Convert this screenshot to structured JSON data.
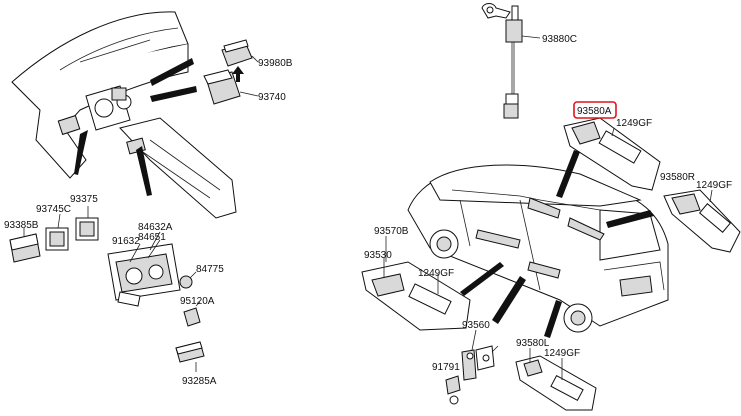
{
  "labels": {
    "p93980B": "93980B",
    "p93740": "93740",
    "p93880C": "93880C",
    "p93580A": "93580A",
    "p1249GF_a": "1249GF",
    "p93580R": "93580R",
    "p1249GF_b": "1249GF",
    "p93375": "93375",
    "p93745C": "93745C",
    "p93385B": "93385B",
    "p84632A": "84632A",
    "p84651": "84651",
    "p91632": "91632",
    "p84775": "84775",
    "p95120A": "95120A",
    "p93285A": "93285A",
    "p93570B": "93570B",
    "p93530": "93530",
    "p1249GF_c": "1249GF",
    "p93560": "93560",
    "p91791": "91791",
    "p93580L": "93580L",
    "p1249GF_d": "1249GF"
  },
  "highlighted_part": "93580A",
  "colors": {
    "highlight": "#e0141e",
    "line": "#111111"
  }
}
